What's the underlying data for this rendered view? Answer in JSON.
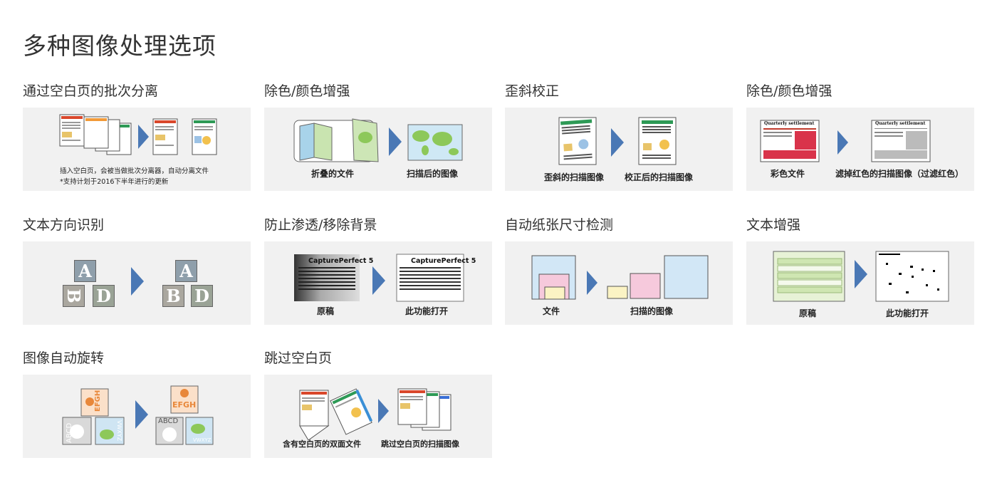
{
  "page": {
    "title": "多种图像处理选项"
  },
  "cards": [
    {
      "title": "通过空白页的批次分离",
      "note_line1": "插入空白页，会被当做批次分离器，自动分离文件",
      "note_line2": "*支持计划于2016下半年进行的更新"
    },
    {
      "title": "除色/颜色增强",
      "caption_left": "折叠的文件",
      "caption_right": "扫描后的图像"
    },
    {
      "title": "歪斜校正",
      "caption_left": "歪斜的扫描图像",
      "caption_right": "校正后的扫描图像"
    },
    {
      "title": "除色/颜色增强",
      "caption_left": "彩色文件",
      "caption_right": "滤掉红色的扫描图像（过滤红色）",
      "doc_heading": "Quarterly settlement"
    },
    {
      "title": "文本方向识别",
      "letters": [
        "A",
        "B",
        "D"
      ]
    },
    {
      "title": "防止渗透/移除背景",
      "caption_left": "原稿",
      "caption_right": "此功能打开",
      "doc_heading": "CapturePerfect 5"
    },
    {
      "title": "自动纸张尺寸检测",
      "caption_left": "文件",
      "caption_right": "扫描的图像"
    },
    {
      "title": "文本增强",
      "caption_left": "原稿",
      "caption_right": "此功能打开"
    },
    {
      "title": "图像自动旋转",
      "tile_text_1": "EFGH",
      "tile_text_2": "ABCD",
      "tile_text_3": "VWXYZ"
    },
    {
      "title": "跳过空白页",
      "caption_left": "含有空白页的双面文件",
      "caption_right": "跳过空白页的扫描图像"
    }
  ],
  "colors": {
    "arrow": "#4a78b5",
    "panel": "#f1f1f1",
    "accent_red": "#d9472b",
    "accent_green": "#2e9a56"
  }
}
